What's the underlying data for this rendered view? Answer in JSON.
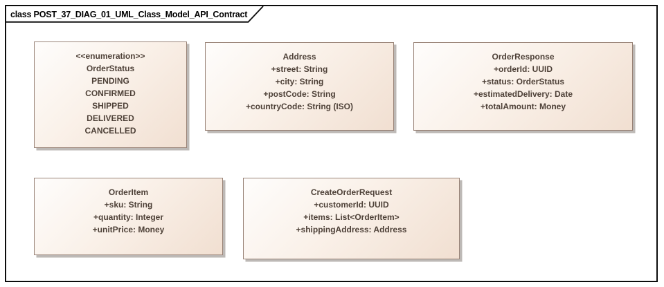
{
  "frame": {
    "title": "class POST_37_DIAG_01_UML_Class_Model_API_Contract"
  },
  "colors": {
    "frame_border": "#0c0c0c",
    "box_border": "#998377",
    "box_fill_light": "#fefdfc",
    "box_fill_dark": "#f1dfd1",
    "box_text": "#4e4138",
    "box_shadow": "#bdb9b6"
  },
  "classes": [
    {
      "stereotype": "<<enumeration>>",
      "name": "OrderStatus",
      "members": [
        "PENDING",
        "CONFIRMED",
        "SHIPPED",
        "DELIVERED",
        "CANCELLED"
      ]
    },
    {
      "name": "Address",
      "members": [
        "+street: String",
        "+city: String",
        "+postCode: String",
        "+countryCode: String (ISO)"
      ]
    },
    {
      "name": "OrderResponse",
      "members": [
        "+orderId: UUID",
        "+status: OrderStatus",
        "+estimatedDelivery: Date",
        "+totalAmount: Money"
      ]
    },
    {
      "name": "OrderItem",
      "members": [
        "+sku: String",
        "+quantity: Integer",
        "+unitPrice: Money"
      ]
    },
    {
      "name": "CreateOrderRequest",
      "members": [
        "+customerId: UUID",
        "+items: List<OrderItem>",
        "+shippingAddress: Address"
      ]
    }
  ]
}
